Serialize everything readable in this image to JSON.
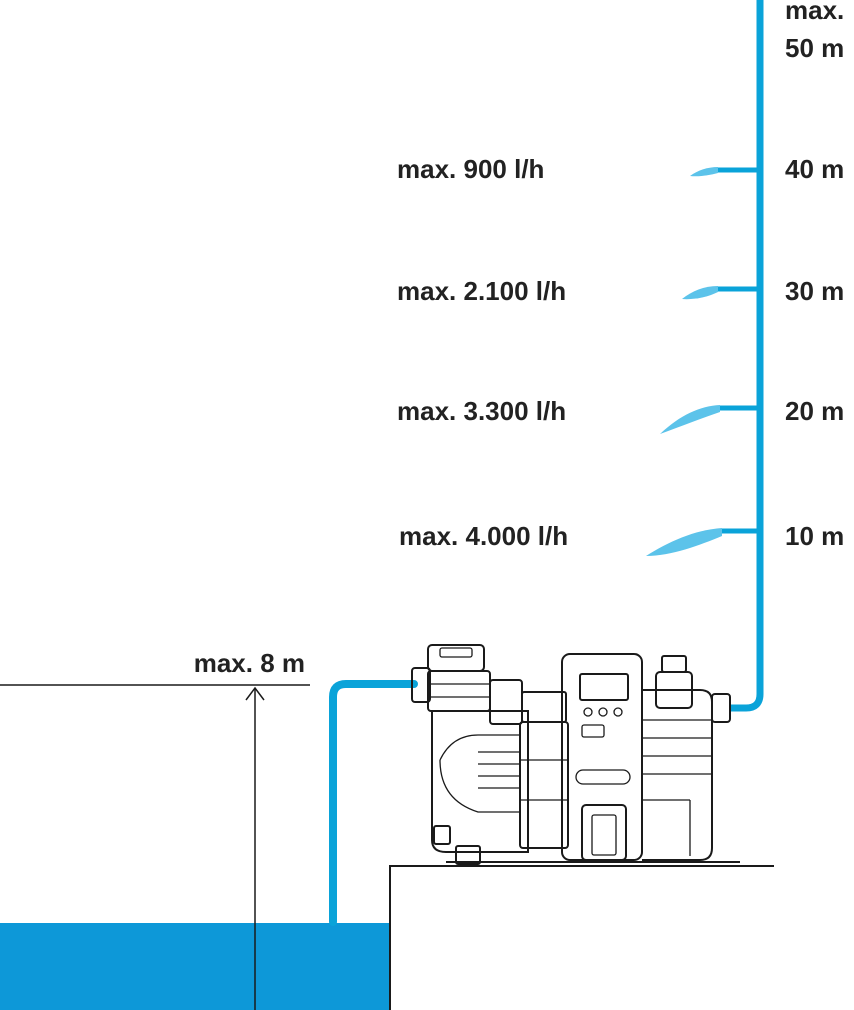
{
  "colors": {
    "pipe": "#0aa3d9",
    "water": "#0d98d8",
    "spray": "#5cc3ea",
    "ink": "#1a1a1a"
  },
  "suction": {
    "label": "max. 8 m"
  },
  "top": {
    "label_line1": "max.",
    "label_line2": "50 m"
  },
  "outlets": [
    {
      "flow": "max. 900 l/h",
      "height": "40 m"
    },
    {
      "flow": "max. 2.100 l/h",
      "height": "30 m"
    },
    {
      "flow": "max. 3.300 l/h",
      "height": "20 m"
    },
    {
      "flow": "max. 4.000 l/h",
      "height": "10 m"
    }
  ],
  "icons": {
    "pump": "garden-pump-icon"
  }
}
